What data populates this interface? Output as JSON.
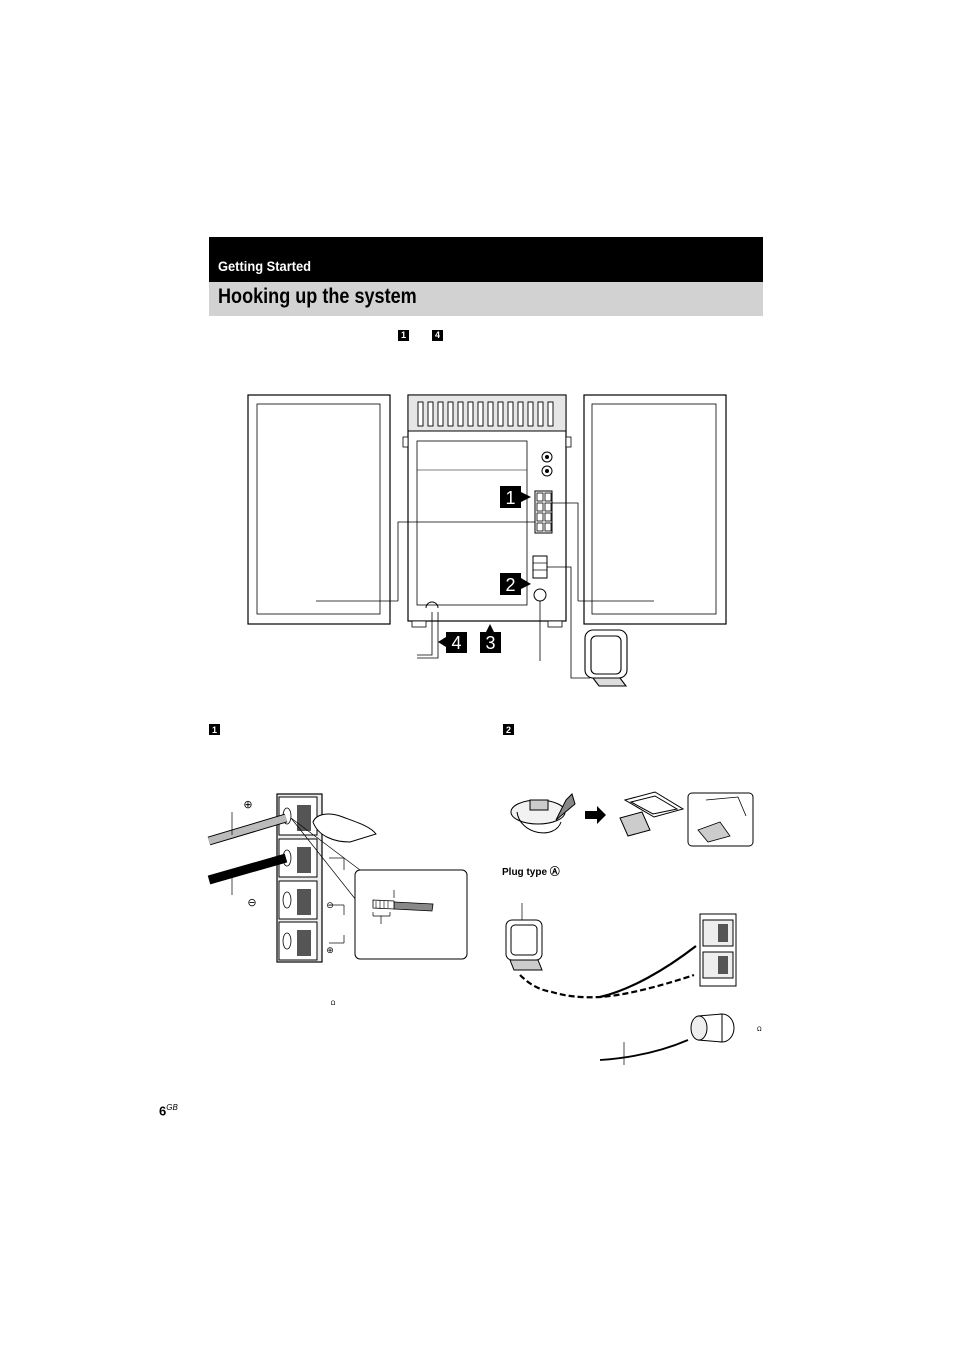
{
  "header": {
    "section": "Getting Started",
    "title": "Hooking up the system"
  },
  "intro_steps": {
    "first": "1",
    "last": "4"
  },
  "main_diagram": {
    "callouts": [
      "1",
      "2",
      "3",
      "4"
    ]
  },
  "panel_speakers": {
    "step": "1",
    "plus_symbol": "⊕",
    "minus_symbol": "⊖",
    "ohm_symbol": "Ω"
  },
  "panel_antenna": {
    "step": "2",
    "plug_type_label": "Plug type Ⓐ",
    "ohm_symbol": "Ω"
  },
  "footer": {
    "page": "6",
    "page_suffix": "GB"
  }
}
